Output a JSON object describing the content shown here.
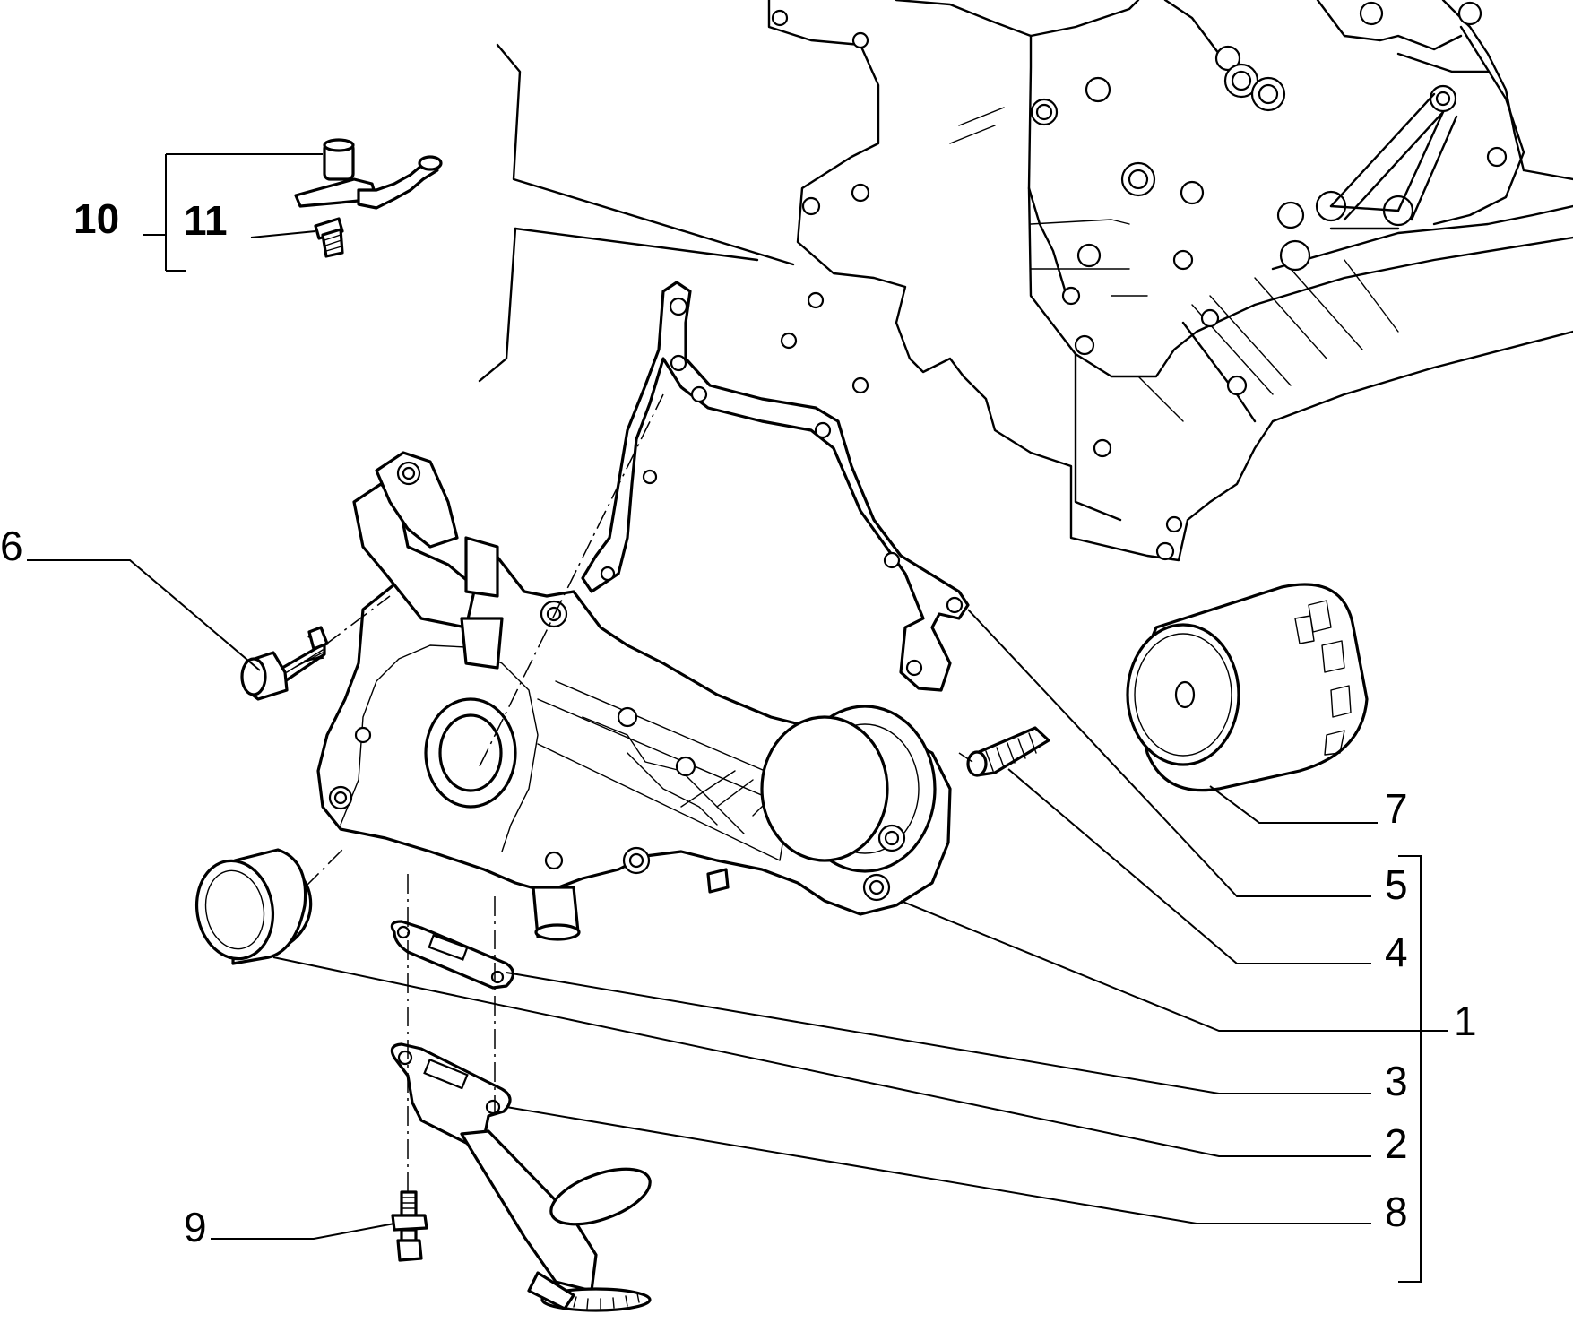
{
  "callouts": [
    {
      "id": "c10",
      "text": "10"
    },
    {
      "id": "c11",
      "text": "11"
    },
    {
      "id": "c6",
      "text": "6"
    },
    {
      "id": "c7",
      "text": "7"
    },
    {
      "id": "c5",
      "text": "5"
    },
    {
      "id": "c4",
      "text": "4"
    },
    {
      "id": "c1",
      "text": "1"
    },
    {
      "id": "c3",
      "text": "3"
    },
    {
      "id": "c2",
      "text": "2"
    },
    {
      "id": "c8",
      "text": "8"
    },
    {
      "id": "c9",
      "text": "9"
    }
  ]
}
